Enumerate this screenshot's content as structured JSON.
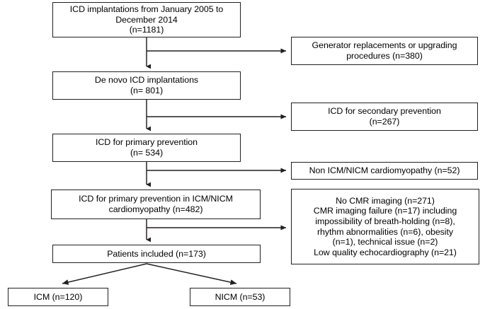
{
  "diagram": {
    "title": "ICD implantation study flow diagram",
    "line_color": "#231f20",
    "background_color": "#ffffff",
    "nodes": {
      "icd_implantations": "ICD implantations from January 2005 to\nDecember 2014\n(n=1181)",
      "de_novo": "De novo ICD implantations\n(n= 801)",
      "primary_prevention": "ICD for primary prevention\n(n= 534)",
      "primary_prevention_icm_nicm": "ICD for primary prevention in ICM/NICM\ncardiomyopathy (n=482)",
      "patients_included": "Patients included (n=173)",
      "icm": "ICM (n=120)",
      "nicm": "NICM (n=53)"
    },
    "exclusions": {
      "generator": "Generator replacements or upgrading\nprocedures (n=380)",
      "secondary_prevention": "ICD for secondary prevention\n(n=267)",
      "non_icm_nicm": "Non ICM/NICM cardiomyopathy (n=52)",
      "cmr": "No CMR imaging (n=271)\nCMR imaging failure (n=17) including\nimpossibility of breath-holding (n=8),\nrhythm abnormalities (n=6), obesity\n(n=1), technical issue (n=2)\nLow quality echocardiography (n=21)"
    }
  }
}
